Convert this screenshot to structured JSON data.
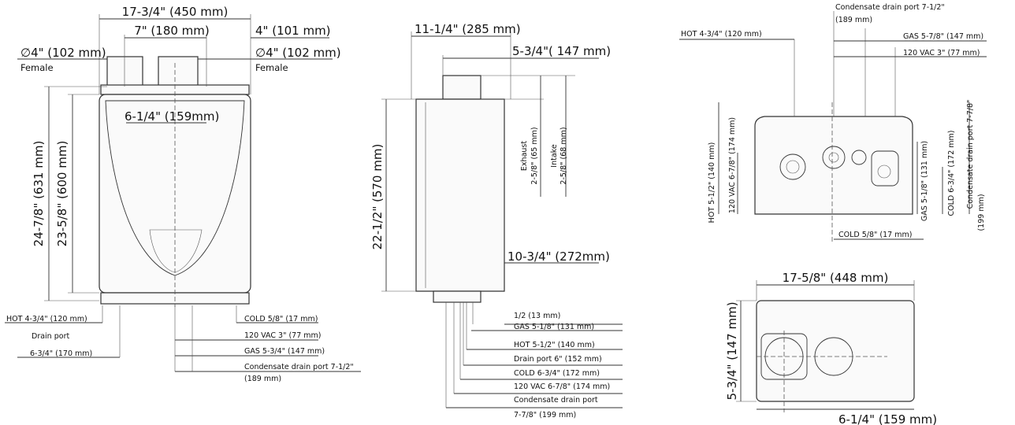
{
  "front": {
    "width": "17-3/4\" (450 mm)",
    "vent_spacing": "7\" (180 mm)",
    "right_offset": "4\" (101 mm)",
    "dia_left": "∅4\" (102 mm)",
    "dia_right": "∅4\" (102 mm)",
    "female_left": "Female",
    "female_right": "Female",
    "center": "6-1/4\" (159mm)",
    "h_total": "24-7/8\" (631 mm)",
    "h_body": "23-5/8\" (600 mm)",
    "hot": "HOT 4-3/4\" (120 mm)",
    "drain": "Drain port",
    "drain_dim": "6-3/4\" (170 mm)",
    "cold": "COLD 5/8\" (17 mm)",
    "vac": "120 VAC 3\" (77 mm)",
    "gas": "GAS 5-3/4\" (147 mm)",
    "cond1": "Condensate drain port 7-1/2\"",
    "cond2": "(189 mm)"
  },
  "side": {
    "depth": "11-1/4\" (285 mm)",
    "vent": "5-3/4\"( 147 mm)",
    "height": "22-1/2\" (570 mm)",
    "lower": "10-3/4\" (272mm)",
    "exhaust1": "Exhaust",
    "exhaust2": "2-5/8\" (65 mm)",
    "intake1": "Intake",
    "intake2": "2-5/8\" (68 mm)",
    "d1": "1/2 (13 mm)",
    "d2": "GAS 5-1/8\" (131 mm)",
    "d3": "HOT 5-1/2\" (140 mm)",
    "d4": "Drain port 6\" (152 mm)",
    "d5": "COLD 6-3/4\" (172 mm)",
    "d6": "120 VAC 6-7/8\" (174 mm)",
    "d7": "Condensate drain port",
    "d8": "7-7/8\" (199 mm)"
  },
  "bottom": {
    "cond1": "Condensate drain port 7-1/2\"",
    "cond2": "(189 mm)",
    "hot": "HOT 4-3/4\" (120 mm)",
    "gas": "GAS 5-7/8\" (147 mm)",
    "vac": "120 VAC 3\" (77 mm)",
    "cold": "COLD 5/8\" (17 mm)",
    "v1": "HOT 5-1/2\" (140 mm)",
    "v2": "120 VAC 6-7/8\" (174 mm)",
    "v3": "GAS 5-1/8\" (131 mm)",
    "v4": "COLD 6-3/4\" (172 mm)",
    "v5": "Condensate drain port 7-7/8\"",
    "v6": "(199 mm)"
  },
  "top": {
    "width": "17-5/8\" (448 mm)",
    "depth": "5-3/4\" (147 mm)",
    "offset": "6-1/4\" (159 mm)"
  }
}
